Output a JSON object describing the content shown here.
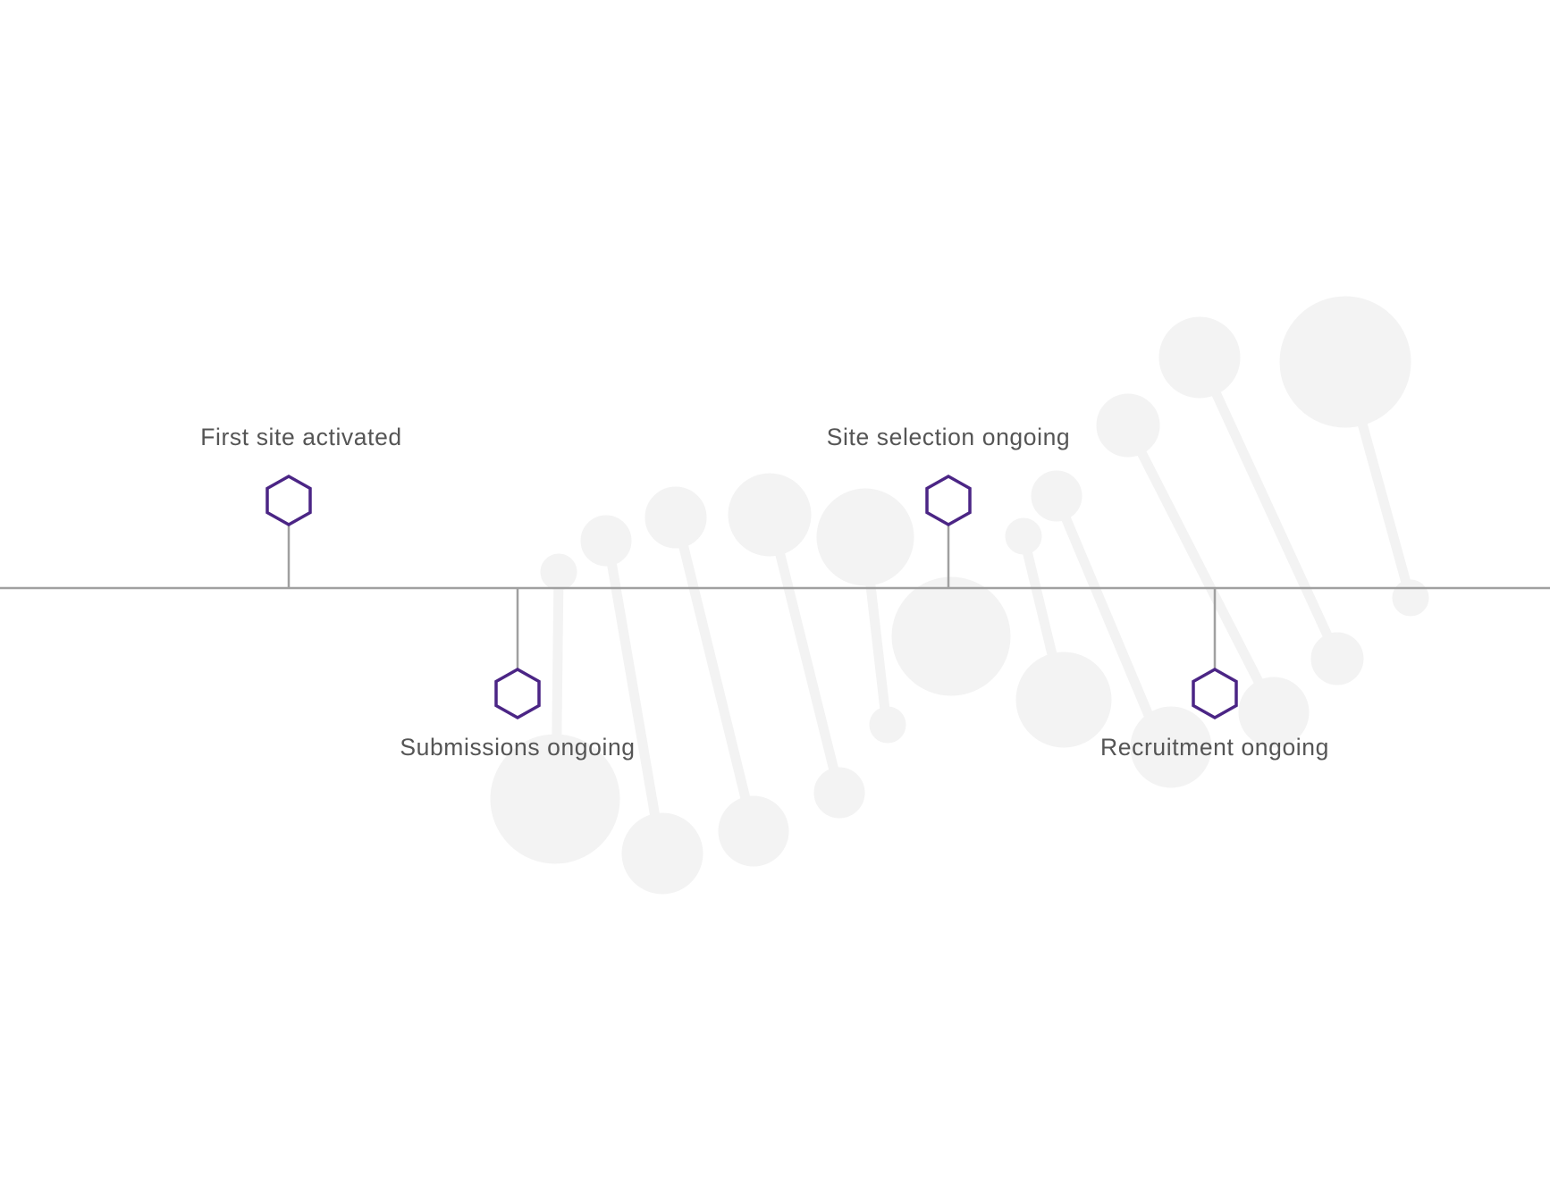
{
  "colors": {
    "background": "#ffffff",
    "timeline_line": "#a0a0a0",
    "connector_line": "#a0a0a0",
    "hexagon_stroke": "#4b2585",
    "label_text": "#555555",
    "dna_decoration": "#f3f3f3"
  },
  "milestones": [
    {
      "label": "First site activated",
      "icon": "hexagon-icon",
      "side": "above"
    },
    {
      "label": "Submissions ongoing",
      "icon": "hexagon-icon",
      "side": "below"
    },
    {
      "label": "Site selection ongoing",
      "icon": "hexagon-icon",
      "side": "above"
    },
    {
      "label": "Recruitment ongoing",
      "icon": "hexagon-icon",
      "side": "below"
    }
  ],
  "decoration": {
    "icon": "dna-helix-icon"
  }
}
